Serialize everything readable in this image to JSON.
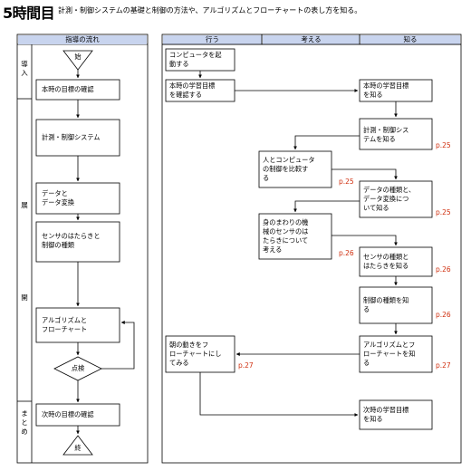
{
  "header": {
    "title": "5時間目",
    "subtitle": "計測・制御システムの基礎と制御の方法や、アルゴリズムとフローチャートの表し方を知る。"
  },
  "columns": {
    "flow": "指導の流れ",
    "act": "行う",
    "think": "考える",
    "know": "知る"
  },
  "stages": {
    "intro": "導入",
    "dev1": "展",
    "dev2": "開",
    "summary": "まとめ"
  },
  "flow": {
    "start": "始",
    "objective": "本時の目標の確認",
    "system": "計測・制御システム",
    "data": "データと\nデータ変換",
    "sensor": "センサのはたらきと\n制御の種類",
    "algorithm": "アルゴリズムと\nフローチャート",
    "check": "点検",
    "next": "次時の目標の確認",
    "end": "終"
  },
  "activities": {
    "startup": "コンピュータを起\n動する",
    "check_goal": "本時の学習目標\nを確認する",
    "know_goal": "本時の学習目標\nを知る",
    "know_system": "計測・制御シス\nテムを知る",
    "compare": "人とコンピュータ\nの制御を比較す\nる",
    "know_data": "データの種類と、\nデータ変換につ\nいて知る",
    "think_sensor": "身のまわりの機\n械のセンサのは\nたらきについて\n考える",
    "know_sensor": "センサの種類と\nはたらきを知る",
    "know_control": "制御の種類を知\nる",
    "make_chart": "朝の動きをフ\nローチャートにし\nてみる",
    "know_algorithm": "アルゴリズムとフ\nローチャートを知\nる",
    "next_goal": "次時の学習目標\nを知る"
  },
  "pages": {
    "p1": "p.25",
    "p2": "p.25",
    "p3": "p.25",
    "p4": "p.26",
    "p5": "p.26",
    "p6": "p.26",
    "p7": "p.27",
    "p8": "p.27"
  }
}
